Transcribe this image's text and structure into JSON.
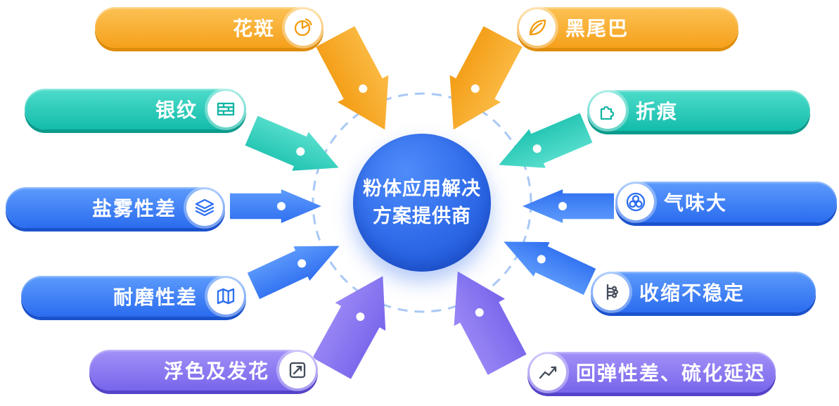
{
  "center": {
    "line1": "粉体应用解决",
    "line2": "方案提供商"
  },
  "pills": [
    {
      "label": "花斑",
      "icon": "pie-chart-icon",
      "color": "#F5A01B"
    },
    {
      "label": "黑尾巴",
      "icon": "leaf-icon",
      "color": "#F5A01B"
    },
    {
      "label": "银纹",
      "icon": "bricks-icon",
      "color": "#13BCAA"
    },
    {
      "label": "折痕",
      "icon": "puzzle-icon",
      "color": "#13BCAA"
    },
    {
      "label": "盐雾性差",
      "icon": "layers-icon",
      "color": "#2B6CEF"
    },
    {
      "label": "气味大",
      "icon": "bubbles-icon",
      "color": "#2B6CEF"
    },
    {
      "label": "耐磨性差",
      "icon": "map-icon",
      "color": "#2B6CEF"
    },
    {
      "label": "收缩不稳定",
      "icon": "branch-dots-icon",
      "color": "#2B6CEF"
    },
    {
      "label": "浮色及发花",
      "icon": "arrow-box-icon",
      "color": "#7765EB"
    },
    {
      "label": "回弹性差、硫化延迟",
      "icon": "trend-chart-icon",
      "color": "#7765EB"
    }
  ],
  "colors": {
    "orange": "#F5A01B",
    "teal": "#13BCAA",
    "blue": "#2B6CEF",
    "purple": "#7765EB",
    "center_blue": "#2E6AE8",
    "ring_dash": "#A9C8F5"
  }
}
